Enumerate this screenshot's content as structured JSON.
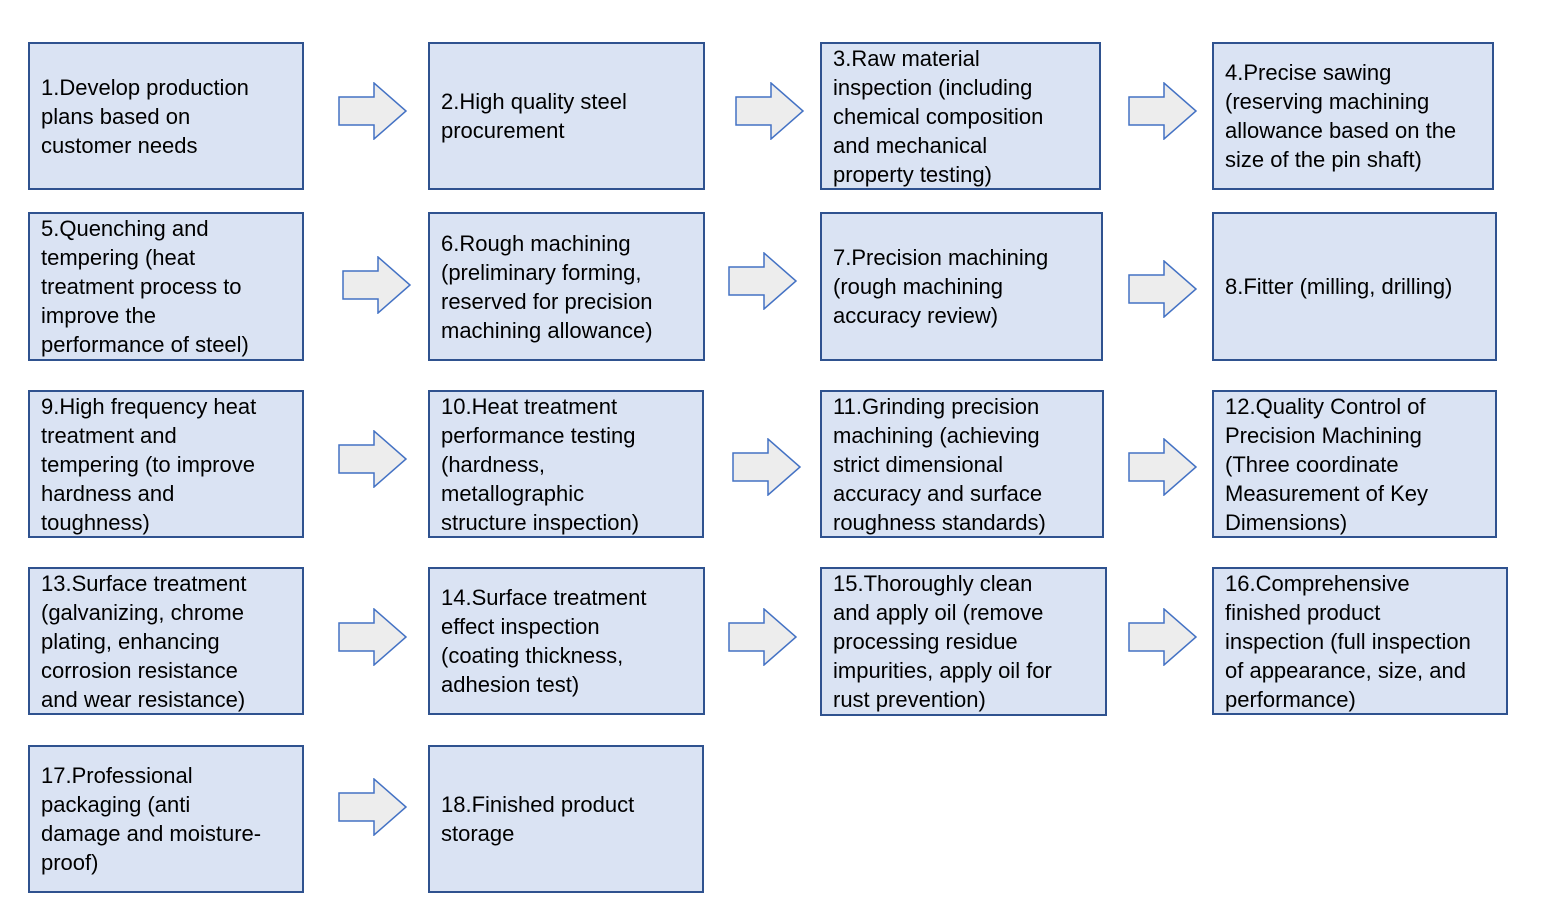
{
  "colors": {
    "box_fill": "#dae3f3",
    "box_border": "#2f528f",
    "arrow_fill": "#ededed",
    "arrow_stroke": "#4472c4",
    "text": "#000000"
  },
  "steps": [
    {
      "text": "1.Develop production\nplans based on\ncustomer needs"
    },
    {
      "text": "2.High quality steel\nprocurement"
    },
    {
      "text": "3.Raw material\ninspection (including\nchemical composition\nand mechanical\nproperty testing)"
    },
    {
      "text": "4.Precise sawing\n(reserving machining\nallowance based on the\nsize of the pin shaft)"
    },
    {
      "text": "5.Quenching and\ntempering (heat\ntreatment process to\nimprove the\nperformance of steel)"
    },
    {
      "text": "6.Rough machining\n(preliminary forming,\nreserved for precision\nmachining allowance)"
    },
    {
      "text": "7.Precision machining\n(rough machining\naccuracy review)"
    },
    {
      "text": "8.Fitter (milling, drilling)"
    },
    {
      "text": "9.High frequency heat\ntreatment and\ntempering (to improve\nhardness and\ntoughness)"
    },
    {
      "text": "10.Heat treatment\nperformance testing\n(hardness,\nmetallographic\nstructure inspection)"
    },
    {
      "text": "11.Grinding precision\nmachining (achieving\nstrict dimensional\naccuracy and surface\nroughness standards)"
    },
    {
      "text": "12.Quality Control of\nPrecision Machining\n(Three coordinate\nMeasurement of Key\nDimensions)"
    },
    {
      "text": "13.Surface treatment\n(galvanizing, chrome\nplating, enhancing\ncorrosion resistance\nand wear resistance)"
    },
    {
      "text": "14.Surface treatment\neffect inspection\n(coating thickness,\nadhesion test)"
    },
    {
      "text": "15.Thoroughly clean\nand apply oil (remove\nprocessing residue\nimpurities, apply oil for\nrust prevention)"
    },
    {
      "text": "16.Comprehensive\nfinished product\ninspection (full inspection\nof appearance, size, and\nperformance)"
    },
    {
      "text": "17.Professional\npackaging (anti\ndamage and moisture-\nproof)"
    },
    {
      "text": "18.Finished product\nstorage"
    }
  ],
  "arrow_icon": "right-arrow-icon"
}
